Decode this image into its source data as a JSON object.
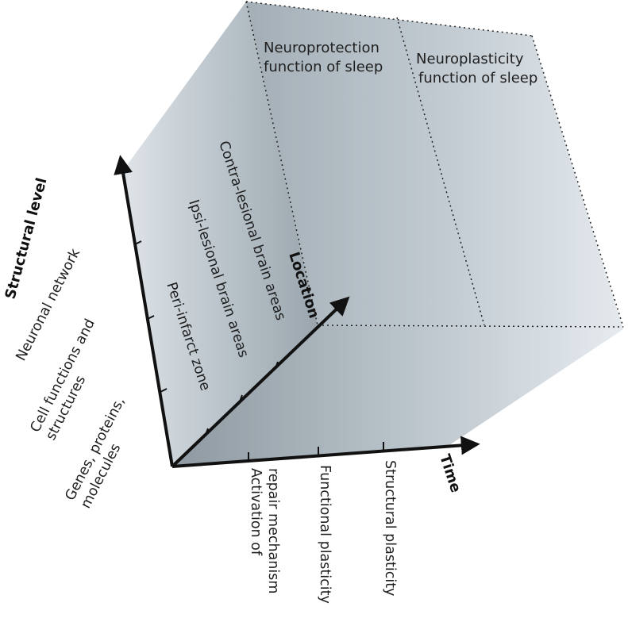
{
  "colors": {
    "axis": "#111111",
    "face_light": "#dde3e8",
    "face_mid": "#b3bec6",
    "face_dark": "#9aa6ae",
    "bottom_light": "#dfe5ea",
    "text": "#1f1f1f"
  },
  "axes": {
    "structural": {
      "title": "Structural level",
      "ticks": [
        "Genes, proteins,",
        "molecules",
        "Cell functions and",
        "structures",
        "Neuronal network"
      ]
    },
    "location": {
      "title": "Location",
      "ticks": [
        "Peri-infarct zone",
        "Ipsi-lesional brain areas",
        "Contra-lesional brain areas"
      ]
    },
    "time": {
      "title": "Time",
      "ticks": [
        "Activation of",
        "repair mechanism",
        "Functional plasticity",
        "Structural plasticity"
      ]
    }
  },
  "boxes": [
    {
      "line1": "Neuroprotection",
      "line2": "function of sleep"
    },
    {
      "line1": "Neuroplasticity",
      "line2": "function of sleep"
    }
  ]
}
